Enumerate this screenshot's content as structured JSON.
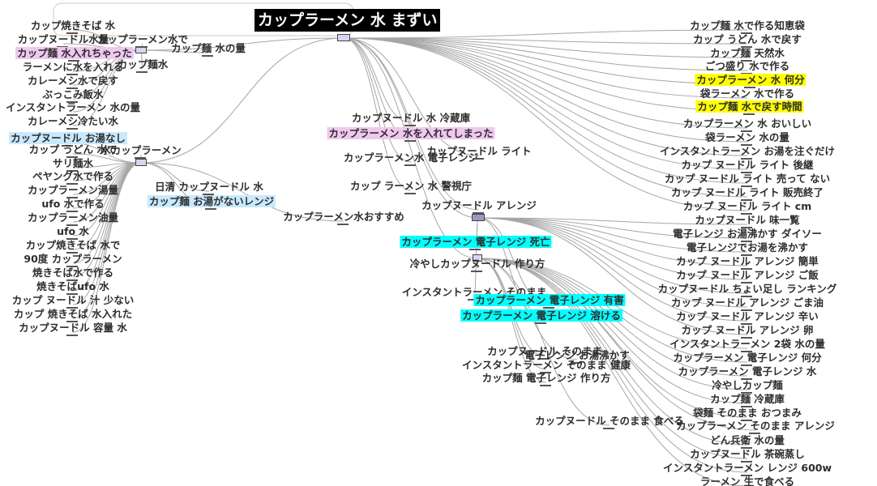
{
  "colors": {
    "edge": "#a6a6a6",
    "title_bg": "#000000",
    "title_text": "#ffffff",
    "pink": "#f0c8ee",
    "blue": "#c9e9ff",
    "yellow": "#ffff00",
    "cyan": "#00ffff",
    "hub_fill": "#d8d4f2",
    "hub_fill_dark": "#9b97c8"
  },
  "title": "カップラーメン 水 まずい",
  "labels": [
    {
      "id": "L0",
      "text": "カップ焼きそば 水"
    },
    {
      "id": "L1",
      "text": "カップヌードル水量"
    },
    {
      "id": "L2",
      "text": "カップラーメン水で"
    },
    {
      "id": "L3",
      "text": "カップ麺 水入れちゃった",
      "hl": "pink"
    },
    {
      "id": "L4",
      "text": "ラーメンに水を入れる"
    },
    {
      "id": "L5",
      "text": "カップ麺水"
    },
    {
      "id": "L6",
      "text": "カレーメシ水で戻す"
    },
    {
      "id": "L7",
      "text": "ぶっこみ飯水"
    },
    {
      "id": "L8",
      "text": "インスタントラーメン 水の量"
    },
    {
      "id": "L9",
      "text": "カレーメシ冷たい水"
    },
    {
      "id": "L10",
      "text": "カップヌードル お湯なし",
      "hl": "blue"
    },
    {
      "id": "L11",
      "text": "カップ うどん 水で"
    },
    {
      "id": "L12",
      "text": "水カップラーメン"
    },
    {
      "id": "L13",
      "text": "サリ麺水"
    },
    {
      "id": "L14",
      "text": "ペヤング水で作る"
    },
    {
      "id": "L15",
      "text": "カップラーメン湯量"
    },
    {
      "id": "L16",
      "text": "ufo 水で作る"
    },
    {
      "id": "L17",
      "text": "カップラーメン油量"
    },
    {
      "id": "L18",
      "text": "ufo 水"
    },
    {
      "id": "L19",
      "text": "カップ焼きそば 水で"
    },
    {
      "id": "L20",
      "text": "90度 カップラーメン"
    },
    {
      "id": "L21",
      "text": "焼きそば水で作る"
    },
    {
      "id": "L22",
      "text": "焼きそばufo 水"
    },
    {
      "id": "L23",
      "text": "カップ ヌードル 汁 少ない"
    },
    {
      "id": "L24",
      "text": "カップ 焼きそば 水入れた"
    },
    {
      "id": "L25",
      "text": "カップヌードル 容量 水"
    },
    {
      "id": "L26",
      "text": "カップ麺 水の量"
    },
    {
      "id": "L27",
      "text": "日清 カップヌードル 水"
    },
    {
      "id": "L28",
      "text": "カップ麺 お湯がないレンジ",
      "hl": "blue"
    },
    {
      "id": "L29",
      "text": "カップラーメン水おすすめ"
    },
    {
      "id": "L30",
      "text": "カップヌードル 水 冷蔵庫"
    },
    {
      "id": "L31",
      "text": "カップラーメン 水を入れてしまった",
      "hl": "pink"
    },
    {
      "id": "L32",
      "text": "カップラーメン水 電子レンジ"
    },
    {
      "id": "L33",
      "text": "カップヌードル ライト"
    },
    {
      "id": "L34",
      "text": "カップ ラーメン 水 警視庁"
    },
    {
      "id": "L35",
      "text": "カップヌードル アレンジ"
    },
    {
      "id": "L36",
      "text": "カップラーメン 電子レンジ 死亡",
      "hl": "cyan"
    },
    {
      "id": "L37",
      "text": "冷やしカップヌードル 作り方"
    },
    {
      "id": "L38",
      "text": "インスタントラーメン そのまま"
    },
    {
      "id": "L39",
      "text": "カップラーメン 電子レンジ 有害",
      "hl": "cyan"
    },
    {
      "id": "L40",
      "text": "カップラーメン 電子レンジ 溶ける",
      "hl": "cyan"
    },
    {
      "id": "L41",
      "text": "カップヌードル そのまま"
    },
    {
      "id": "L42",
      "text": "電子レンジ お湯沸かす"
    },
    {
      "id": "L43",
      "text": "インスタントラーメン そのまま 健康"
    },
    {
      "id": "L44",
      "text": "カップ麺 電子レンジ 作り方"
    },
    {
      "id": "L45",
      "text": "カップヌードル そのまま 食べる"
    },
    {
      "id": "L46",
      "text": "カップ麺 水で作る知恵袋"
    },
    {
      "id": "L47",
      "text": "カップ うどん 水で戻す"
    },
    {
      "id": "L48",
      "text": "カップ麺 天然水"
    },
    {
      "id": "L49",
      "text": "ごつ盛り 水で作る"
    },
    {
      "id": "L50",
      "text": "カップラーメン 水 何分",
      "hl": "yellow"
    },
    {
      "id": "L51",
      "text": "袋ラーメン 水で作る"
    },
    {
      "id": "L52",
      "text": "カップ麺 水で戻す時間",
      "hl": "yellow"
    },
    {
      "id": "L53",
      "text": "カップラーメン 水 おいしい"
    },
    {
      "id": "L54",
      "text": "袋ラーメン 水の量"
    },
    {
      "id": "L55",
      "text": "インスタントラーメン お湯を注ぐだけ"
    },
    {
      "id": "L56",
      "text": "カップ ヌードル ライト 後継"
    },
    {
      "id": "L57",
      "text": "カップ ヌードル ライト 売って ない"
    },
    {
      "id": "L58",
      "text": "カップ ヌードル ライト 販売終了"
    },
    {
      "id": "L59",
      "text": "カップ ヌードル ライト cm"
    },
    {
      "id": "L60",
      "text": "カップヌードル 味一覧"
    },
    {
      "id": "L61",
      "text": "電子レンジ お湯沸かす ダイソー"
    },
    {
      "id": "L62",
      "text": "電子レンジでお湯を沸かす"
    },
    {
      "id": "L63",
      "text": "カップ ヌードル アレンジ 簡単"
    },
    {
      "id": "L64",
      "text": "カップ ヌードル アレンジ ご飯"
    },
    {
      "id": "L65",
      "text": "カップヌードル ちょい足し ランキング"
    },
    {
      "id": "L66",
      "text": "カップ ヌードル アレンジ ごま油"
    },
    {
      "id": "L67",
      "text": "カップ ヌードル アレンジ 辛い"
    },
    {
      "id": "L68",
      "text": "カップ ヌードル アレンジ 卵"
    },
    {
      "id": "L69",
      "text": "インスタントラーメン 2袋 水の量"
    },
    {
      "id": "L70",
      "text": "カップラーメン 電子レンジ 何分"
    },
    {
      "id": "L71",
      "text": "カップラーメン 電子レンジ 水"
    },
    {
      "id": "L72",
      "text": "冷やしカップ麺"
    },
    {
      "id": "L73",
      "text": "カップ麺 冷蔵庫"
    },
    {
      "id": "L74",
      "text": "袋麺 そのまま おつまみ"
    },
    {
      "id": "L75",
      "text": "カップラーメン そのまま アレンジ"
    },
    {
      "id": "L76",
      "text": "どん兵衛 水の量"
    },
    {
      "id": "L77",
      "text": "カップヌードル 茶碗蒸し"
    },
    {
      "id": "L78",
      "text": "インスタントラーメン レンジ 600w"
    },
    {
      "id": "L79",
      "text": "ラーメン 生で食べる"
    }
  ]
}
